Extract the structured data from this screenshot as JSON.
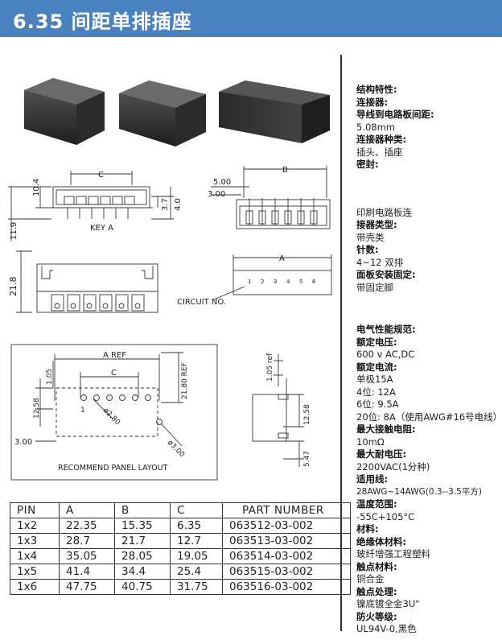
{
  "title": "6.35 间距单排插座",
  "drawing": {
    "dim_c": "C",
    "dim_b": "B",
    "dim_a": "A",
    "dim_a_ref": "A REF",
    "dim_104": "10.4",
    "dim_119": "11.9",
    "dim_37": "3.7",
    "dim_40": "4.0",
    "key_a": "KEY A",
    "dim_500": "5.00",
    "dim_300": "3.00",
    "dim_218": "21.8",
    "circuit_no": "CIRCUIT NO.",
    "circuit_nums": [
      "1",
      "2",
      "3",
      "4",
      "5",
      "6"
    ],
    "dim_105": "1.05",
    "dim_2180_ref": "21.80 REF",
    "dim_1258": "12.58",
    "dim_phi280": "ø2.80",
    "dim_phi300": "ø3.00",
    "dim_pin1": "1",
    "dim_300b": "3.00",
    "recommend": "RECOMMEND PANEL LAYOUT",
    "dim_105_ref": "1.05 ref",
    "dim_1258b": "12.58",
    "dim_547": "5.47"
  },
  "table": {
    "headers": [
      "PIN",
      "A",
      "B",
      "C",
      "PART NUMBER"
    ],
    "rows": [
      [
        "1x2",
        "22.35",
        "15.35",
        "6.35",
        "063512-03-002"
      ],
      [
        "1x3",
        "28.7",
        "21.7",
        "12.7",
        "063513-03-002"
      ],
      [
        "1x4",
        "35.05",
        "28.05",
        "19.05",
        "063514-03-002"
      ],
      [
        "1x5",
        "41.4",
        "34.4",
        "25.4",
        "063515-03-002"
      ],
      [
        "1x6",
        "47.75",
        "40.75",
        "31.75",
        "063516-03-002"
      ]
    ]
  },
  "specs": {
    "structure_heading": "结构特性:",
    "connector_label": "连接器:",
    "wire_pitch_label": "导线到电路板间距:",
    "wire_pitch_value": "5.08mm",
    "connector_type_label": "连接器种类:",
    "connector_type_value": "插头、插座",
    "seal_label": "密封:",
    "pcb_value": "印刷电路板连",
    "receiver_type_label": "接器类型:",
    "receiver_type_value": "带壳类",
    "pins_label": "针数:",
    "pins_value": "4~12 双排",
    "panel_mount_label": "面板安装固定:",
    "panel_mount_value": "带固定脚",
    "electrical_heading": "电气性能规范:",
    "rated_voltage_label": "额定电压:",
    "rated_voltage_value": "600 v AC,DC",
    "rated_current_label": "额定电流:",
    "current_1": "单极15A",
    "current_4": "4位:  12A",
    "current_6": "6位:  9.5A",
    "current_20": "20位:  8A（使用AWG#16号电线）",
    "max_resistance_label": "最大接触电阻:",
    "max_resistance_value": "10mΩ",
    "max_withstand_label": "最大耐电压:",
    "max_withstand_value": "2200VAC(1分种)",
    "wire_label": "适用线:",
    "wire_value": "28AWG~14AWG(0.3--3.5平方)",
    "temp_label": "温度范围:",
    "temp_value": "-55C+105°C",
    "material_label": "材料:",
    "insulator_label": "绝缘体材料:",
    "insulator_value": "玻纤增强工程塑料",
    "contact_material_label": "触点材料:",
    "contact_material_value": "铜合金",
    "contact_treatment_label": "触点处理:",
    "contact_treatment_value": "镍底镀全金3U\"",
    "fire_label": "防火等级:",
    "fire_value": "UL94V-0,黑色"
  }
}
